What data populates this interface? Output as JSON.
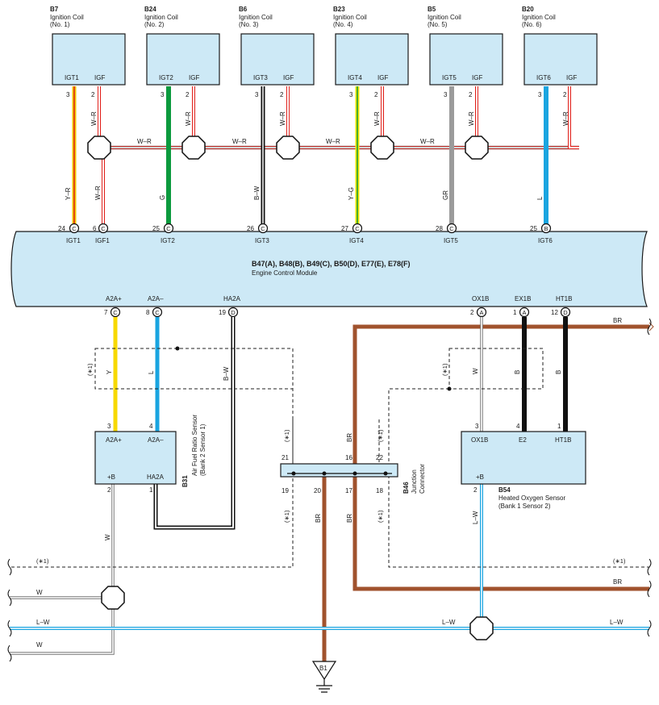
{
  "coils": [
    {
      "code": "B7",
      "name": "Ignition Coil",
      "num": "(No. 1)",
      "pin_igt": "IGT1",
      "pin_igf": "IGF",
      "ecm_pin": "IGT1",
      "ecm_num": "24",
      "ecm_conn": "C",
      "igf_ecm_pin": "IGF1",
      "igf_ecm_num": "6",
      "igf_ecm_conn": "C",
      "wire_label": "Y–R",
      "wire_color": "#f2c900",
      "wire_stripe": "#e0201a"
    },
    {
      "code": "B24",
      "name": "Ignition Coil",
      "num": "(No. 2)",
      "pin_igt": "IGT2",
      "pin_igf": "IGF",
      "ecm_pin": "IGT2",
      "ecm_num": "25",
      "ecm_conn": "C",
      "wire_label": "G",
      "wire_color": "#0c9a3e"
    },
    {
      "code": "B6",
      "name": "Ignition Coil",
      "num": "(No. 3)",
      "pin_igt": "IGT3",
      "pin_igf": "IGF",
      "ecm_pin": "IGT3",
      "ecm_num": "26",
      "ecm_conn": "C",
      "wire_label": "B–W",
      "wire_color": "#111111",
      "wire_stripe": "#ffffff"
    },
    {
      "code": "B23",
      "name": "Ignition Coil",
      "num": "(No. 4)",
      "pin_igt": "IGT4",
      "pin_igf": "IGF",
      "ecm_pin": "IGT4",
      "ecm_num": "27",
      "ecm_conn": "C",
      "wire_label": "Y–G",
      "wire_color": "#f2e600",
      "wire_stripe": "#0c9a3e"
    },
    {
      "code": "B5",
      "name": "Ignition Coil",
      "num": "(No. 5)",
      "pin_igt": "IGT5",
      "pin_igf": "IGF",
      "ecm_pin": "IGT5",
      "ecm_num": "28",
      "ecm_conn": "C",
      "wire_label": "GR",
      "wire_color": "#9b9b9b"
    },
    {
      "code": "B20",
      "name": "Ignition Coil",
      "num": "(No. 6)",
      "pin_igt": "IGT6",
      "pin_igf": "IGF",
      "ecm_pin": "IGT6",
      "ecm_num": "25",
      "ecm_conn": "B",
      "wire_label": "L",
      "wire_color": "#1aa5e0"
    }
  ],
  "pin_top": {
    "igt": "3",
    "igf": "2"
  },
  "wr_label": "W–R",
  "ecm": {
    "title": "B47(A), B48(B), B49(C), B50(D), E77(E), E78(F)",
    "subtitle": "Engine Control Module"
  },
  "ecm_bottom": [
    {
      "label": "A2A+",
      "num": "7",
      "conn": "C"
    },
    {
      "label": "A2A–",
      "num": "8",
      "conn": "C"
    },
    {
      "label": "HA2A",
      "num": "19",
      "conn": "D"
    },
    {
      "label": "OX1B",
      "num": "2",
      "conn": "A"
    },
    {
      "label": "EX1B",
      "num": "1",
      "conn": "A"
    },
    {
      "label": "HT1B",
      "num": "12",
      "conn": "D"
    }
  ],
  "af_sensor": {
    "code": "B31",
    "name": "Air Fuel Ratio Sensor",
    "sub": "(Bank 2 Sensor 1)",
    "p1": "A2A+",
    "p2": "A2A–",
    "p3": "+B",
    "p4": "HA2A",
    "n1": "3",
    "n2": "4",
    "n3": "2",
    "n4": "1"
  },
  "ho_sensor": {
    "code": "B54",
    "name": "Heated Oxygen Sensor",
    "sub": "(Bank 1 Sensor 2)",
    "p1": "OX1B",
    "p2": "E2",
    "p3": "HT1B",
    "p4": "+B",
    "n1": "3",
    "n2": "4",
    "n3": "1",
    "n4": "2"
  },
  "junction": {
    "code": "B46",
    "name": "Junction",
    "name2": "Connector",
    "top": [
      "21",
      "16",
      "22"
    ],
    "bottom": [
      "19",
      "20",
      "17",
      "18"
    ]
  },
  "ground": {
    "code": "B1"
  },
  "wire_labels": {
    "y": "Y",
    "l": "L",
    "bw": "B–W",
    "w": "W",
    "b": "B",
    "br": "BR",
    "lw": "L–W",
    "star": "(∗1)"
  },
  "colors": {
    "box": "#cde9f6",
    "br": "#a0522d",
    "l": "#1aa5e0",
    "y": "#f7d900",
    "g": "#0c9a3e",
    "gr": "#9b9b9b",
    "r": "#e0201a"
  }
}
